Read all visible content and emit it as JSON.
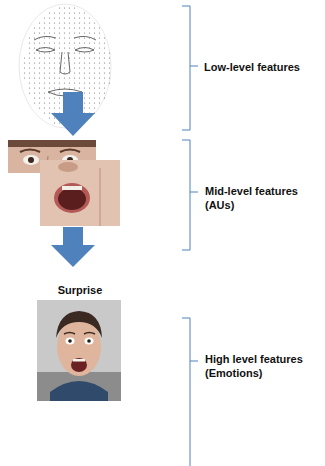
{
  "diagram": {
    "labels": [
      "Low-level features",
      "Mid-level features (AUs)",
      "High level features (Emotions)",
      "Surprise"
    ]
  }
}
